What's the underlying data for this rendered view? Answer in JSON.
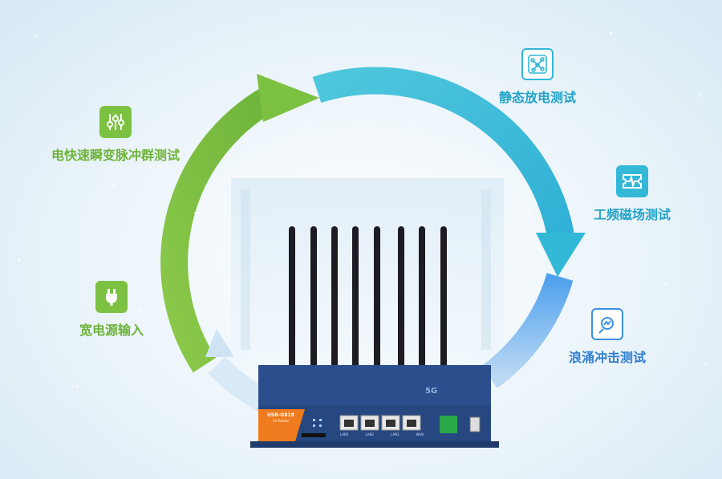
{
  "features": {
    "burst": {
      "label": "电快速瞬变脉冲群测试",
      "icon": "equalizer-sliders-icon"
    },
    "power": {
      "label": "宽电源输入",
      "icon": "power-plug-icon"
    },
    "esd": {
      "label": "静态放电测试",
      "icon": "network-nodes-icon"
    },
    "magnetic": {
      "label": "工频磁场测试",
      "icon": "waveform-ticket-icon"
    },
    "surge": {
      "label": "浪涌冲击测试",
      "icon": "magnifier-chart-icon"
    }
  },
  "device": {
    "model": "USR-G818",
    "subtitle": "5G Router",
    "badge": "5G",
    "port_labels": [
      "LAN1",
      "LAN2",
      "LAN3",
      "WAN"
    ]
  },
  "colors": {
    "green": "#7cc142",
    "cyan": "#33b8d8",
    "blue": "#3d8fe0",
    "device_body": "#2b4f8c",
    "device_accent": "#f07a1e"
  }
}
